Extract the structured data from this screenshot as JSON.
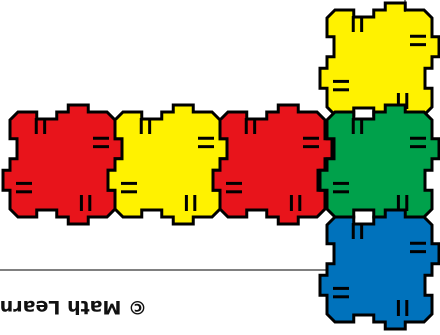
{
  "caption": "© Math Learn",
  "colors": {
    "red": "#E8141B",
    "yellow": "#FFF200",
    "green": "#00A14B",
    "blue": "#0072BC",
    "outline": "#000000",
    "background": "#FFFFFF"
  },
  "tiles": [
    {
      "name": "top-yellow-tile",
      "color": "yellow",
      "row": 0,
      "col": 3
    },
    {
      "name": "red-tile-1",
      "color": "red",
      "row": 1,
      "col": 0
    },
    {
      "name": "yellow-tile",
      "color": "yellow",
      "row": 1,
      "col": 1
    },
    {
      "name": "red-tile-2",
      "color": "red",
      "row": 1,
      "col": 2
    },
    {
      "name": "green-tile",
      "color": "green",
      "row": 1,
      "col": 3
    },
    {
      "name": "bottom-blue-tile",
      "color": "blue",
      "row": 2,
      "col": 3
    }
  ]
}
